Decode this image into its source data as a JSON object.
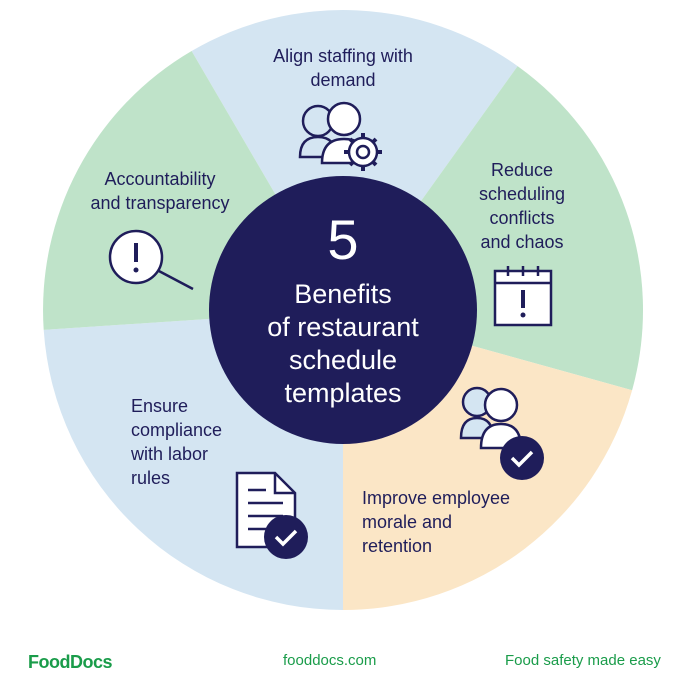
{
  "center": {
    "number": "5",
    "line1": "Benefits",
    "line2": "of restaurant",
    "line3": "schedule",
    "line4": "templates"
  },
  "segments": [
    {
      "id": "align",
      "lines": [
        "Align staffing with",
        "demand"
      ],
      "color": "#d4e5f2",
      "icon": "users-gear-icon"
    },
    {
      "id": "reduce",
      "lines": [
        "Reduce",
        "scheduling",
        "conflicts",
        "and chaos"
      ],
      "color": "#bfe3c9",
      "icon": "calendar-alert-icon"
    },
    {
      "id": "improve",
      "lines": [
        "Improve employee",
        "morale and",
        "retention"
      ],
      "color": "#fbe6c6",
      "icon": "users-check-icon"
    },
    {
      "id": "ensure",
      "lines": [
        "Ensure",
        "compliance",
        "with labor",
        "rules"
      ],
      "color": "#d4e5f2",
      "icon": "document-check-icon"
    },
    {
      "id": "accountability",
      "lines": [
        "Accountability",
        "and transparency"
      ],
      "color": "#bfe3c9",
      "icon": "magnifier-alert-icon"
    }
  ],
  "footer": {
    "brand": "FoodDocs",
    "website": "fooddocs.com",
    "tagline": "Food safety made easy"
  },
  "colors": {
    "navy": "#1f1d5a",
    "brand_green": "#1a9c4a"
  }
}
